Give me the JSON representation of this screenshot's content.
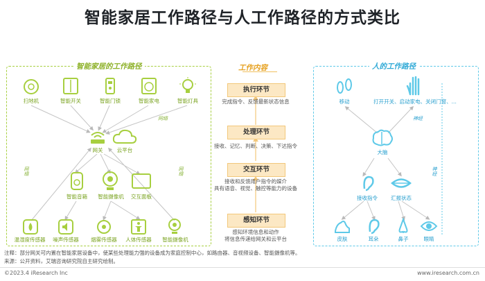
{
  "title": "智能家居工作路径与人工作路径的方式类比",
  "left": {
    "title": "智能家居的工作路径",
    "top_devices": [
      "扫地机",
      "智能开关",
      "智能门锁",
      "智能家电",
      "智能灯具"
    ],
    "gateway": "网关",
    "cloud": "云平台",
    "mid_devices": [
      "智能音箱",
      "智能摄像机",
      "交互面板"
    ],
    "sensors": [
      "温湿度传感器",
      "噪声传感器",
      "烟雾传感器",
      "人体传感器",
      "智能摄像机"
    ],
    "net_label": "网络"
  },
  "middle": {
    "title": "工作内容",
    "steps": [
      {
        "label": "执行环节",
        "desc": "完成指令、反馈最新状态信息"
      },
      {
        "label": "处理环节",
        "desc": "接收、记忆、判断、决策、下达指令"
      },
      {
        "label": "交互环节",
        "desc": "接收和反馈用户指令的媒介\n具有语音、视觉、触控等能力的设备"
      },
      {
        "label": "感知环节",
        "desc": "感知环境信息和动作\n将信息传递给网关和云平台"
      }
    ]
  },
  "right": {
    "title": "人的工作路径",
    "top": [
      "移动",
      "打开开关、启动家电、关闭门窗、..."
    ],
    "brain": "大脑",
    "mid": [
      "接收指令",
      "汇报状态"
    ],
    "senses": [
      "皮肤",
      "耳朵",
      "鼻子",
      "眼睛"
    ],
    "nerve_label": "神经"
  },
  "notes": [
    "注释：部分网关可内置在智能家居设备中，使某些处理能力强的设备成为家庭控制中心，如路由器、音视频设备、智能摄像机等。",
    "来源：公开资料，艾瑞咨询研究院自主研究绘制。"
  ],
  "footer_left": "©2023.4 iResearch Inc",
  "footer_right": "www.iresearch.com.cn",
  "colors": {
    "green": "#a7cf3f",
    "blue": "#5ec9e8",
    "orange": "#f2c77a"
  }
}
